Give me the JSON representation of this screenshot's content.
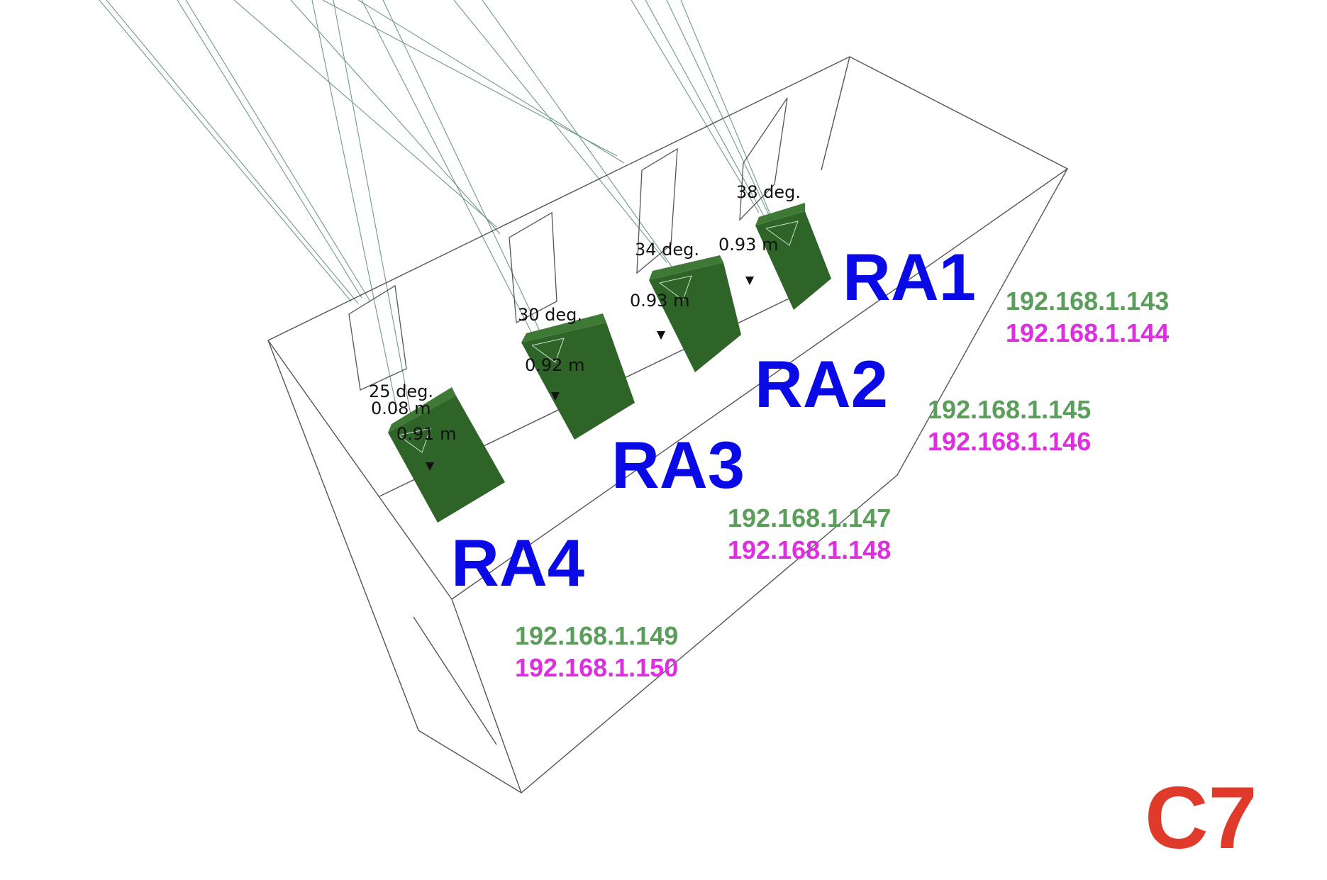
{
  "colors": {
    "ra_label": "#0a0ae6",
    "ip_primary": "#5b9e5b",
    "ip_secondary": "#dd2fe0",
    "corner_label": "#e03a2a",
    "cabinet": "#2e6428",
    "frame": "#555555",
    "sight_line": "#6f9a86"
  },
  "corner_label": "C7",
  "arrays": [
    {
      "id": "RA1",
      "label": "RA1",
      "angle": "38 deg.",
      "distance": "0.93 m",
      "ip_primary": "192.168.1.143",
      "ip_secondary": "192.168.1.144"
    },
    {
      "id": "RA2",
      "label": "RA2",
      "angle": "34 deg.",
      "distance": "0.93 m",
      "ip_primary": "192.168.1.145",
      "ip_secondary": "192.168.1.146"
    },
    {
      "id": "RA3",
      "label": "RA3",
      "angle": "30 deg.",
      "distance": "0.92 m",
      "ip_primary": "192.168.1.147",
      "ip_secondary": "192.168.1.148"
    },
    {
      "id": "RA4",
      "label": "RA4",
      "angle": "25 deg.",
      "distance": "0.91 m",
      "extra_distance": "0.08 m",
      "ip_primary": "192.168.1.149",
      "ip_secondary": "192.168.1.150"
    }
  ]
}
